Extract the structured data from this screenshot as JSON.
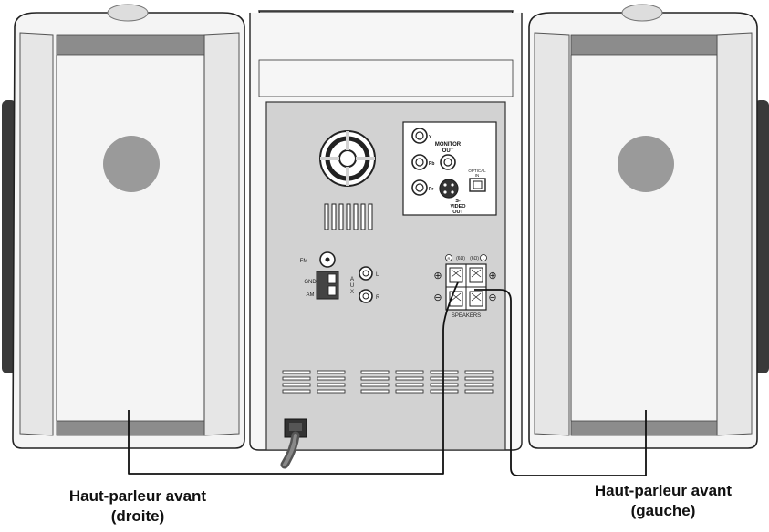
{
  "main_unit": {
    "monitor_out": {
      "y_label": "Y",
      "pb_label": "Pb",
      "pr_label": "Pr",
      "title_line1": "MONITOR",
      "title_line2": "OUT"
    },
    "optical_in": {
      "line1": "OPTICAL",
      "line2": "IN"
    },
    "s_video_out": {
      "line1": "S-",
      "line2": "VIDEO",
      "line3": "OUT"
    },
    "antenna": {
      "fm_label": "FM",
      "gnd_label": "GND",
      "am_label": "AM"
    },
    "aux": {
      "label_a": "A",
      "label_u": "U",
      "label_x": "X",
      "l_label": "L",
      "r_label": "R"
    },
    "speakers": {
      "label": "SPEAKERS",
      "impedance_left": "(6Ω)",
      "impedance_right": "(6Ω)",
      "plus_symbol": "⊕",
      "minus_symbol": "⊖",
      "r_mark": "R",
      "l_mark": "L"
    }
  },
  "captions": {
    "left": {
      "line1": "Haut-parleur avant",
      "line2": "(droite)"
    },
    "right": {
      "line1": "Haut-parleur avant",
      "line2": "(gauche)"
    }
  }
}
